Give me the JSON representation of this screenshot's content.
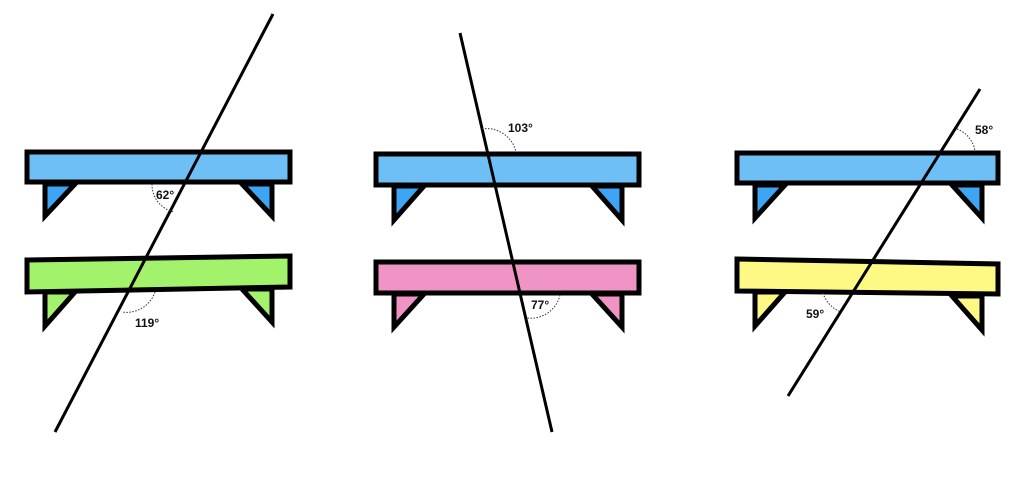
{
  "colors": {
    "outline": "#000000",
    "blue_top": "#6EBFF6",
    "blue_leg": "#3DA5F4",
    "green": "#A3F26B",
    "pink": "#EF94C4",
    "yellow": "#FEF985"
  },
  "figures": [
    {
      "name": "left",
      "top_bench_color": "blue",
      "bottom_bench_color": "green",
      "angle_top": "62°",
      "angle_bottom": "119°"
    },
    {
      "name": "middle",
      "top_bench_color": "blue",
      "bottom_bench_color": "pink",
      "angle_top": "103°",
      "angle_bottom": "77°"
    },
    {
      "name": "right",
      "top_bench_color": "blue",
      "bottom_bench_color": "yellow",
      "angle_top": "58°",
      "angle_bottom": "59°"
    }
  ]
}
